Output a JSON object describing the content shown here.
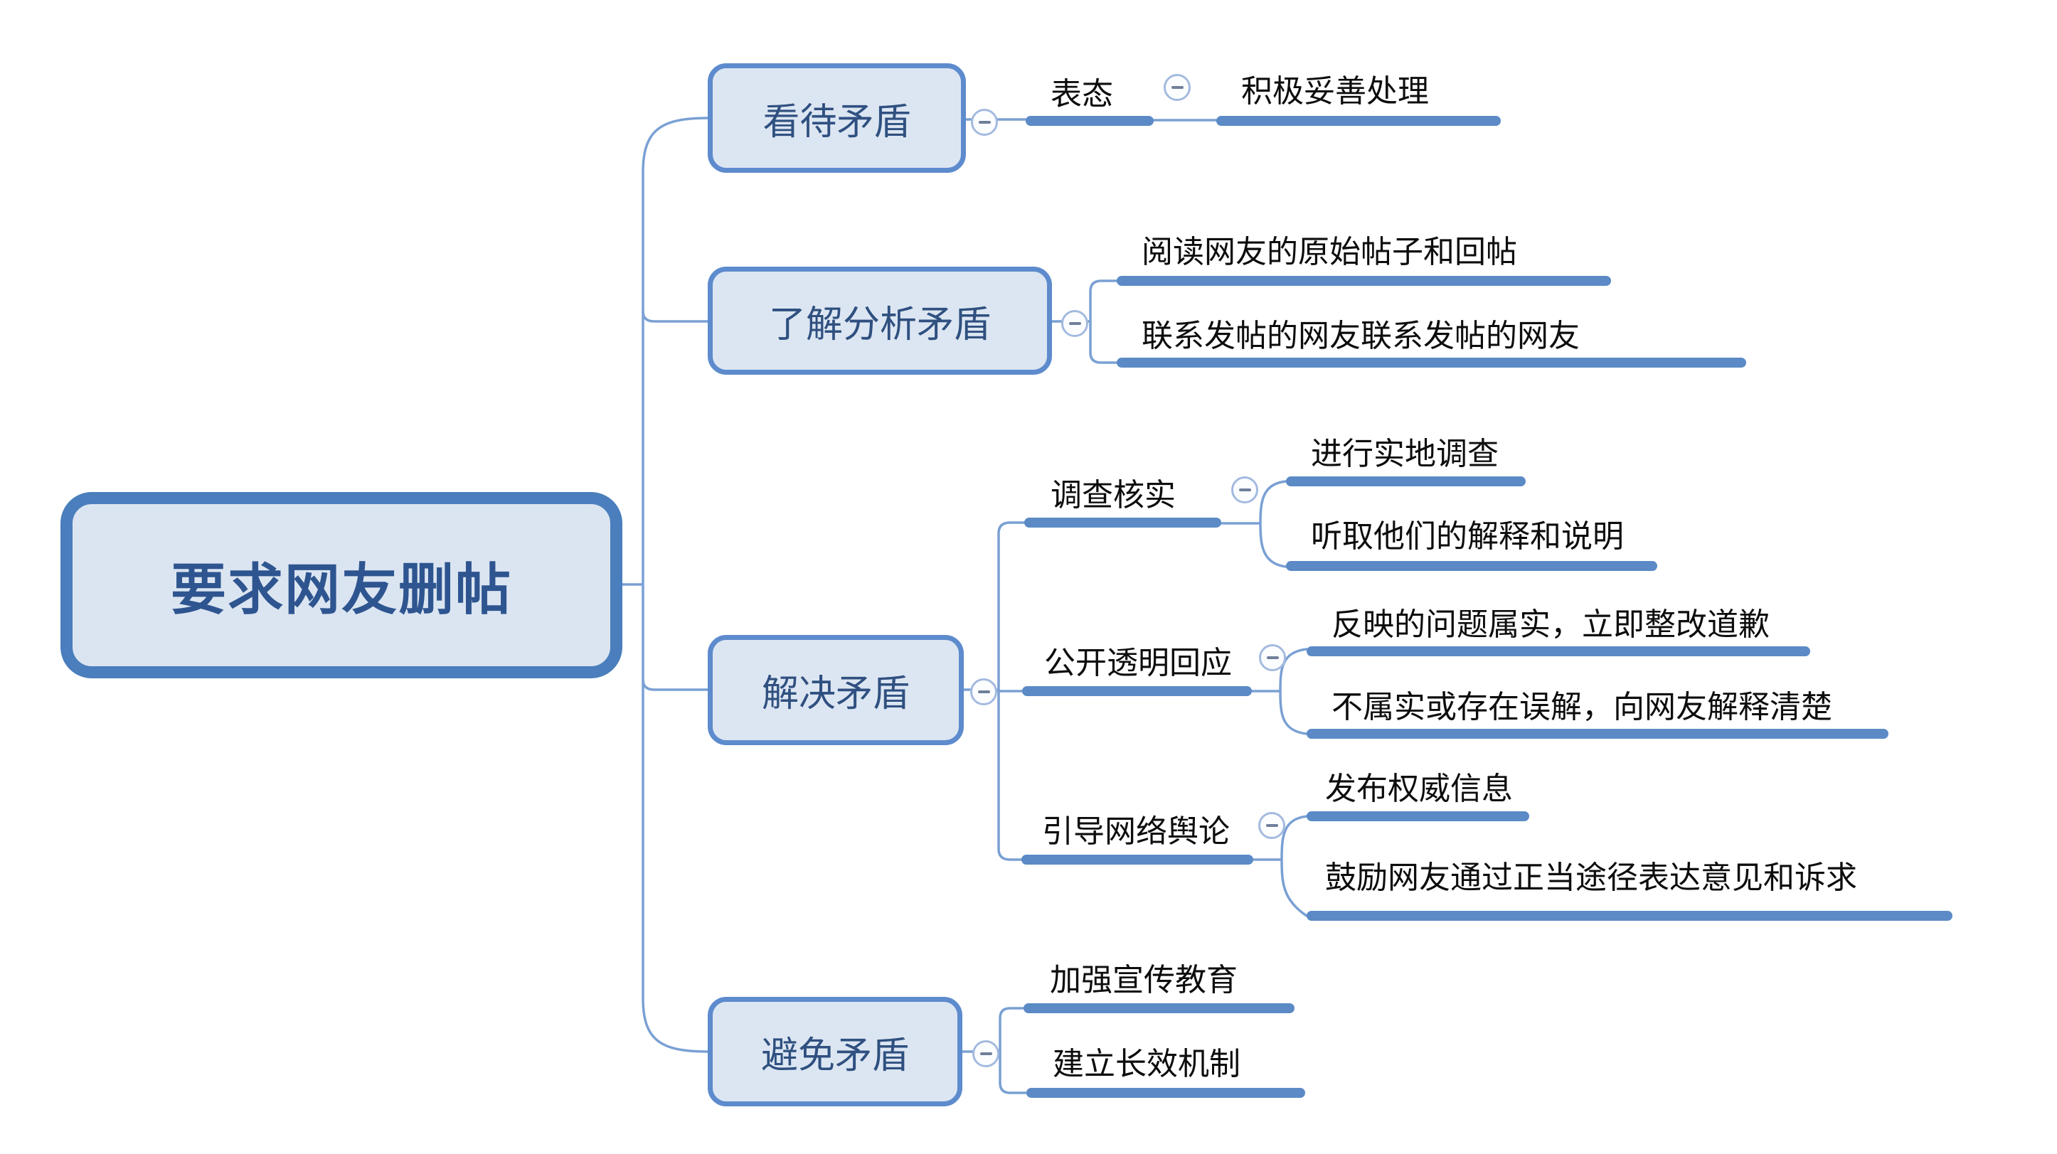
{
  "mindmap": {
    "root": {
      "text": "要求网友删帖"
    },
    "branches": [
      {
        "label": "看待矛盾",
        "children": [
          {
            "label": "表态",
            "children": [
              {
                "label": "积极妥善处理"
              }
            ]
          }
        ]
      },
      {
        "label": "了解分析矛盾",
        "children": [
          {
            "label": "阅读网友的原始帖子和回帖"
          },
          {
            "label": "联系发帖的网友联系发帖的网友"
          }
        ]
      },
      {
        "label": "解决矛盾",
        "children": [
          {
            "label": "调查核实",
            "children": [
              {
                "label": "进行实地调查"
              },
              {
                "label": "听取他们的解释和说明"
              }
            ]
          },
          {
            "label": "公开透明回应",
            "children": [
              {
                "label": "反映的问题属实，立即整改道歉"
              },
              {
                "label": "不属实或存在误解，向网友解释清楚"
              }
            ]
          },
          {
            "label": "引导网络舆论",
            "children": [
              {
                "label": "发布权威信息"
              },
              {
                "label": "鼓励网友通过正当途径表达意见和诉求"
              }
            ]
          }
        ]
      },
      {
        "label": "避免矛盾",
        "children": [
          {
            "label": "加强宣传教育"
          },
          {
            "label": "建立长效机制"
          }
        ]
      }
    ]
  },
  "icons": {
    "collapse_icon": "−"
  },
  "colors": {
    "node_fill": "#dce6f2",
    "node_border": "#5d8bcd",
    "root_border": "#4a7ebc",
    "underline_bar": "#5b8ac6",
    "connector_line": "#7aa0d4",
    "box_text": "#2f5080",
    "root_text": "#2e5590",
    "line_text": "#0d0d0d"
  }
}
